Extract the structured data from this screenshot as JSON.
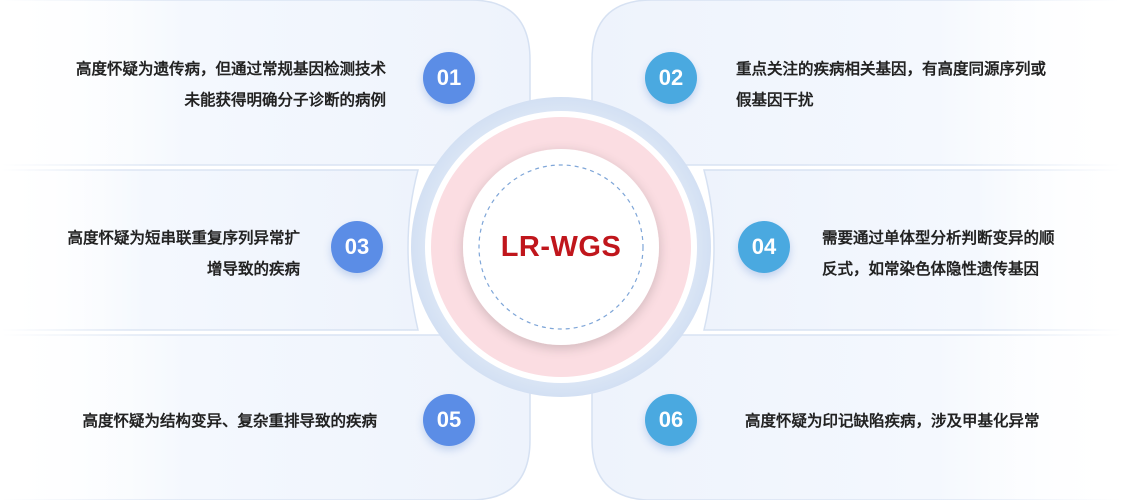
{
  "center": {
    "label": "LR-WGS",
    "label_color": "#c0161c"
  },
  "colors": {
    "badge_blue": "#5b8de6",
    "badge_cyan": "#4aa9e0",
    "panel_fill": "#f6f9fe",
    "panel_stroke": "#dde6f4",
    "ring_outer": "#dbe6f6",
    "ring_pink": "#fbdde2",
    "core_dash": "#7fa6d8"
  },
  "items": [
    {
      "number": "01",
      "lines": [
        "高度怀疑为遗传病，但通过常规基因检测技术",
        "未能获得明确分子诊断的病例"
      ]
    },
    {
      "number": "02",
      "lines": [
        "重点关注的疾病相关基因，有高度同源序列或",
        "假基因干扰"
      ]
    },
    {
      "number": "03",
      "lines": [
        "高度怀疑为短串联重复序列异常扩",
        "增导致的疾病"
      ]
    },
    {
      "number": "04",
      "lines": [
        "需要通过单体型分析判断变异的顺",
        "反式，如常染色体隐性遗传基因"
      ]
    },
    {
      "number": "05",
      "lines": [
        "高度怀疑为结构变异、复杂重排导致的疾病"
      ]
    },
    {
      "number": "06",
      "lines": [
        "高度怀疑为印记缺陷疾病，涉及甲基化异常"
      ]
    }
  ]
}
